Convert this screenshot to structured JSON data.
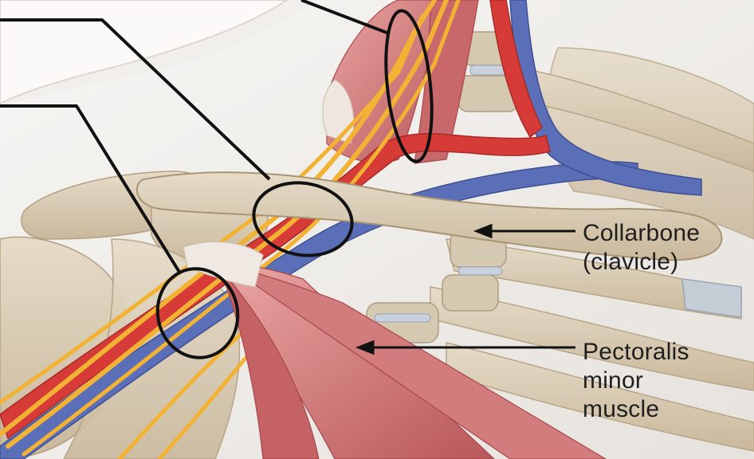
{
  "labels": {
    "collarbone": {
      "line1": "Collarbone",
      "line2": "(clavicle)"
    },
    "pectoralis": {
      "line1": "Pectoralis",
      "line2": "minor",
      "line3": "muscle"
    }
  },
  "colors": {
    "background": "#f3f1ee",
    "bone": "#d9ccb6",
    "bone_shadow": "#bfae93",
    "muscle": "#c9666a",
    "muscle_light": "#e29a98",
    "artery": "#d63b37",
    "vein": "#5b6fb8",
    "nerve": "#f2b233",
    "callout": "#111111"
  }
}
